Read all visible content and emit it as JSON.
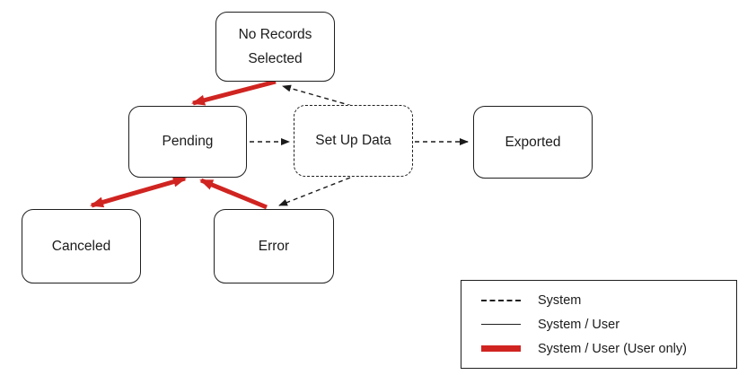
{
  "diagram": {
    "nodes": [
      {
        "id": "no-records",
        "label": "No Records Selected",
        "border": "solid"
      },
      {
        "id": "pending",
        "label": "Pending",
        "border": "solid"
      },
      {
        "id": "setup",
        "label": "Set Up Data",
        "border": "dashed"
      },
      {
        "id": "exported",
        "label": "Exported",
        "border": "solid"
      },
      {
        "id": "canceled",
        "label": "Canceled",
        "border": "solid"
      },
      {
        "id": "error",
        "label": "Error",
        "border": "solid"
      }
    ],
    "edges": [
      {
        "from": "pending",
        "to": "setup",
        "type": "system",
        "style": "dashed"
      },
      {
        "from": "setup",
        "to": "exported",
        "type": "system",
        "style": "dashed"
      },
      {
        "from": "setup",
        "to": "no-records",
        "type": "system",
        "style": "dashed"
      },
      {
        "from": "setup",
        "to": "error",
        "type": "system",
        "style": "dashed"
      },
      {
        "from": "no-records",
        "to": "pending",
        "type": "user-only",
        "style": "thick-red"
      },
      {
        "from": "pending",
        "to": "canceled",
        "type": "user-only",
        "style": "thick-red",
        "bidirectional": true
      },
      {
        "from": "error",
        "to": "pending",
        "type": "user-only",
        "style": "thick-red"
      }
    ]
  },
  "legend": {
    "items": [
      {
        "label": "System",
        "swatch": "dashed-black-line"
      },
      {
        "label": "System / User",
        "swatch": "solid-black-line"
      },
      {
        "label": "System / User (User only)",
        "swatch": "thick-red-line"
      }
    ]
  },
  "colors": {
    "red": "#d02421",
    "black": "#1b1b1b"
  }
}
